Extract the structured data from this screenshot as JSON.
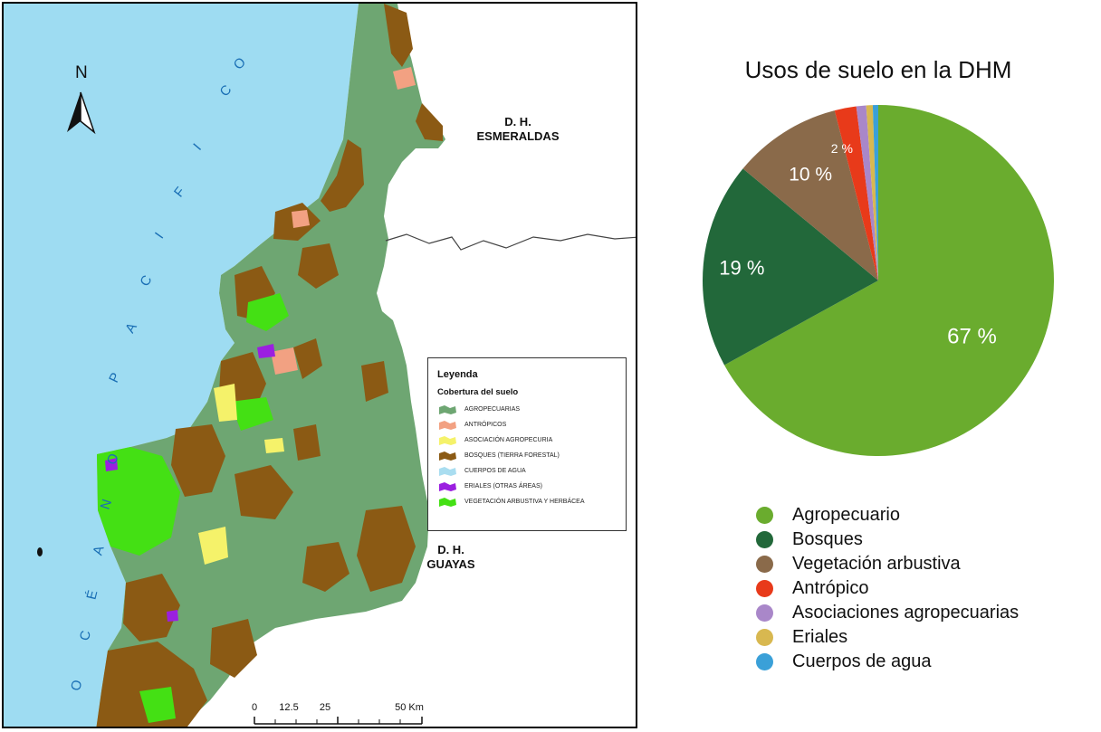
{
  "map": {
    "north_label": "N",
    "ocean_name": "OCÉANO PACIFICO",
    "neighbors": [
      {
        "line1": "D. H.",
        "line2": "ESMERALDAS"
      },
      {
        "line1": "D. H.",
        "line2": "GUAYAS"
      }
    ],
    "legend": {
      "title": "Leyenda",
      "subtitle": "Cobertura del suelo",
      "items": [
        {
          "label": "AGROPECUARIAS",
          "color": "#6ea672"
        },
        {
          "label": "ANTRÓPICOS",
          "color": "#f2a182"
        },
        {
          "label": "ASOCIACIÓN AGROPECURIA",
          "color": "#f5f26a"
        },
        {
          "label": "BOSQUES (TIERRA FORESTAL)",
          "color": "#8b5a14"
        },
        {
          "label": "CUERPOS DE AGUA",
          "color": "#a9ddf0"
        },
        {
          "label": "ERIALES (OTRAS ÁREAS)",
          "color": "#9b1fe0"
        },
        {
          "label": "VEGETACIÓN ARBUSTIVA Y HERBÁCEA",
          "color": "#44e014"
        }
      ]
    },
    "scale": {
      "ticks": [
        "0",
        "12.5",
        "25",
        "50 Km"
      ]
    },
    "colors": {
      "ocean": "#9edcf2",
      "land": "#6ea672",
      "forest": "#8b5a14",
      "shrub": "#44e014"
    }
  },
  "chart_data": {
    "type": "pie",
    "title": "Usos de suelo en la DHM",
    "slices": [
      {
        "label": "Agropecuario",
        "value": 67,
        "color": "#6aac2e",
        "display": "67 %"
      },
      {
        "label": "Bosques",
        "value": 19,
        "color": "#22683a",
        "display": "19 %"
      },
      {
        "label": "Vegetación arbustiva",
        "value": 10,
        "color": "#8a6a4a",
        "display": "10 %"
      },
      {
        "label": "Antrópico",
        "value": 2,
        "color": "#e83a1a",
        "display": "2 %"
      },
      {
        "label": "Asociaciones agropecuarias",
        "value": 0.9,
        "color": "#a987c9",
        "display": ""
      },
      {
        "label": "Eriales",
        "value": 0.6,
        "color": "#d8b850",
        "display": ""
      },
      {
        "label": "Cuerpos de agua",
        "value": 0.5,
        "color": "#3aa0d8",
        "display": ""
      }
    ],
    "legend_position": "bottom"
  }
}
